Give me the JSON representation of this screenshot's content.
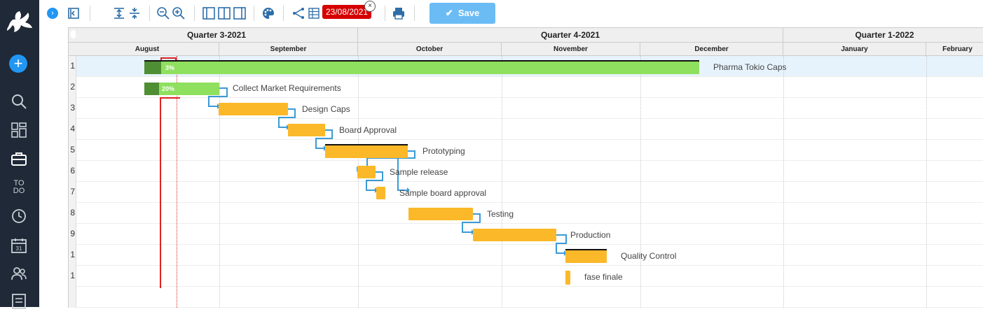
{
  "toolbar": {
    "date_label": "23/08/2021",
    "save_label": "Save"
  },
  "header": {
    "quarters": [
      {
        "label": "Quarter 3-2021"
      },
      {
        "label": "Quarter 4-2021"
      },
      {
        "label": "Quarter 1-2022"
      }
    ],
    "months": [
      {
        "label": "August"
      },
      {
        "label": "September"
      },
      {
        "label": "October"
      },
      {
        "label": "November"
      },
      {
        "label": "December"
      },
      {
        "label": "January"
      },
      {
        "label": "February"
      }
    ]
  },
  "rows": [
    {
      "num": "1"
    },
    {
      "num": "2"
    },
    {
      "num": "3"
    },
    {
      "num": "4"
    },
    {
      "num": "5"
    },
    {
      "num": "6"
    },
    {
      "num": "7"
    },
    {
      "num": "8"
    },
    {
      "num": "9"
    },
    {
      "num": "1"
    },
    {
      "num": "1"
    }
  ],
  "tasks": [
    {
      "name": "Pharma Tokio Caps",
      "progress_label": "3%",
      "progress": 0.03
    },
    {
      "name": "Collect Market Requirements",
      "progress_label": "20%",
      "progress": 0.2
    },
    {
      "name": "Design Caps"
    },
    {
      "name": "Board Approval"
    },
    {
      "name": "Prototyping"
    },
    {
      "name": "Sample release"
    },
    {
      "name": "Sample board approval"
    },
    {
      "name": "Testing"
    },
    {
      "name": "Production"
    },
    {
      "name": "Quality Control"
    },
    {
      "name": "fase finale"
    }
  ],
  "colors": {
    "sidebar": "#1f2937",
    "accent": "#2196f3",
    "summary_bar": "#8ee05e",
    "progress": "#4f8f34",
    "task_bar": "#fbb829",
    "link": "#3a9bd5",
    "today": "#d50000",
    "save": "#6bbcf5"
  }
}
